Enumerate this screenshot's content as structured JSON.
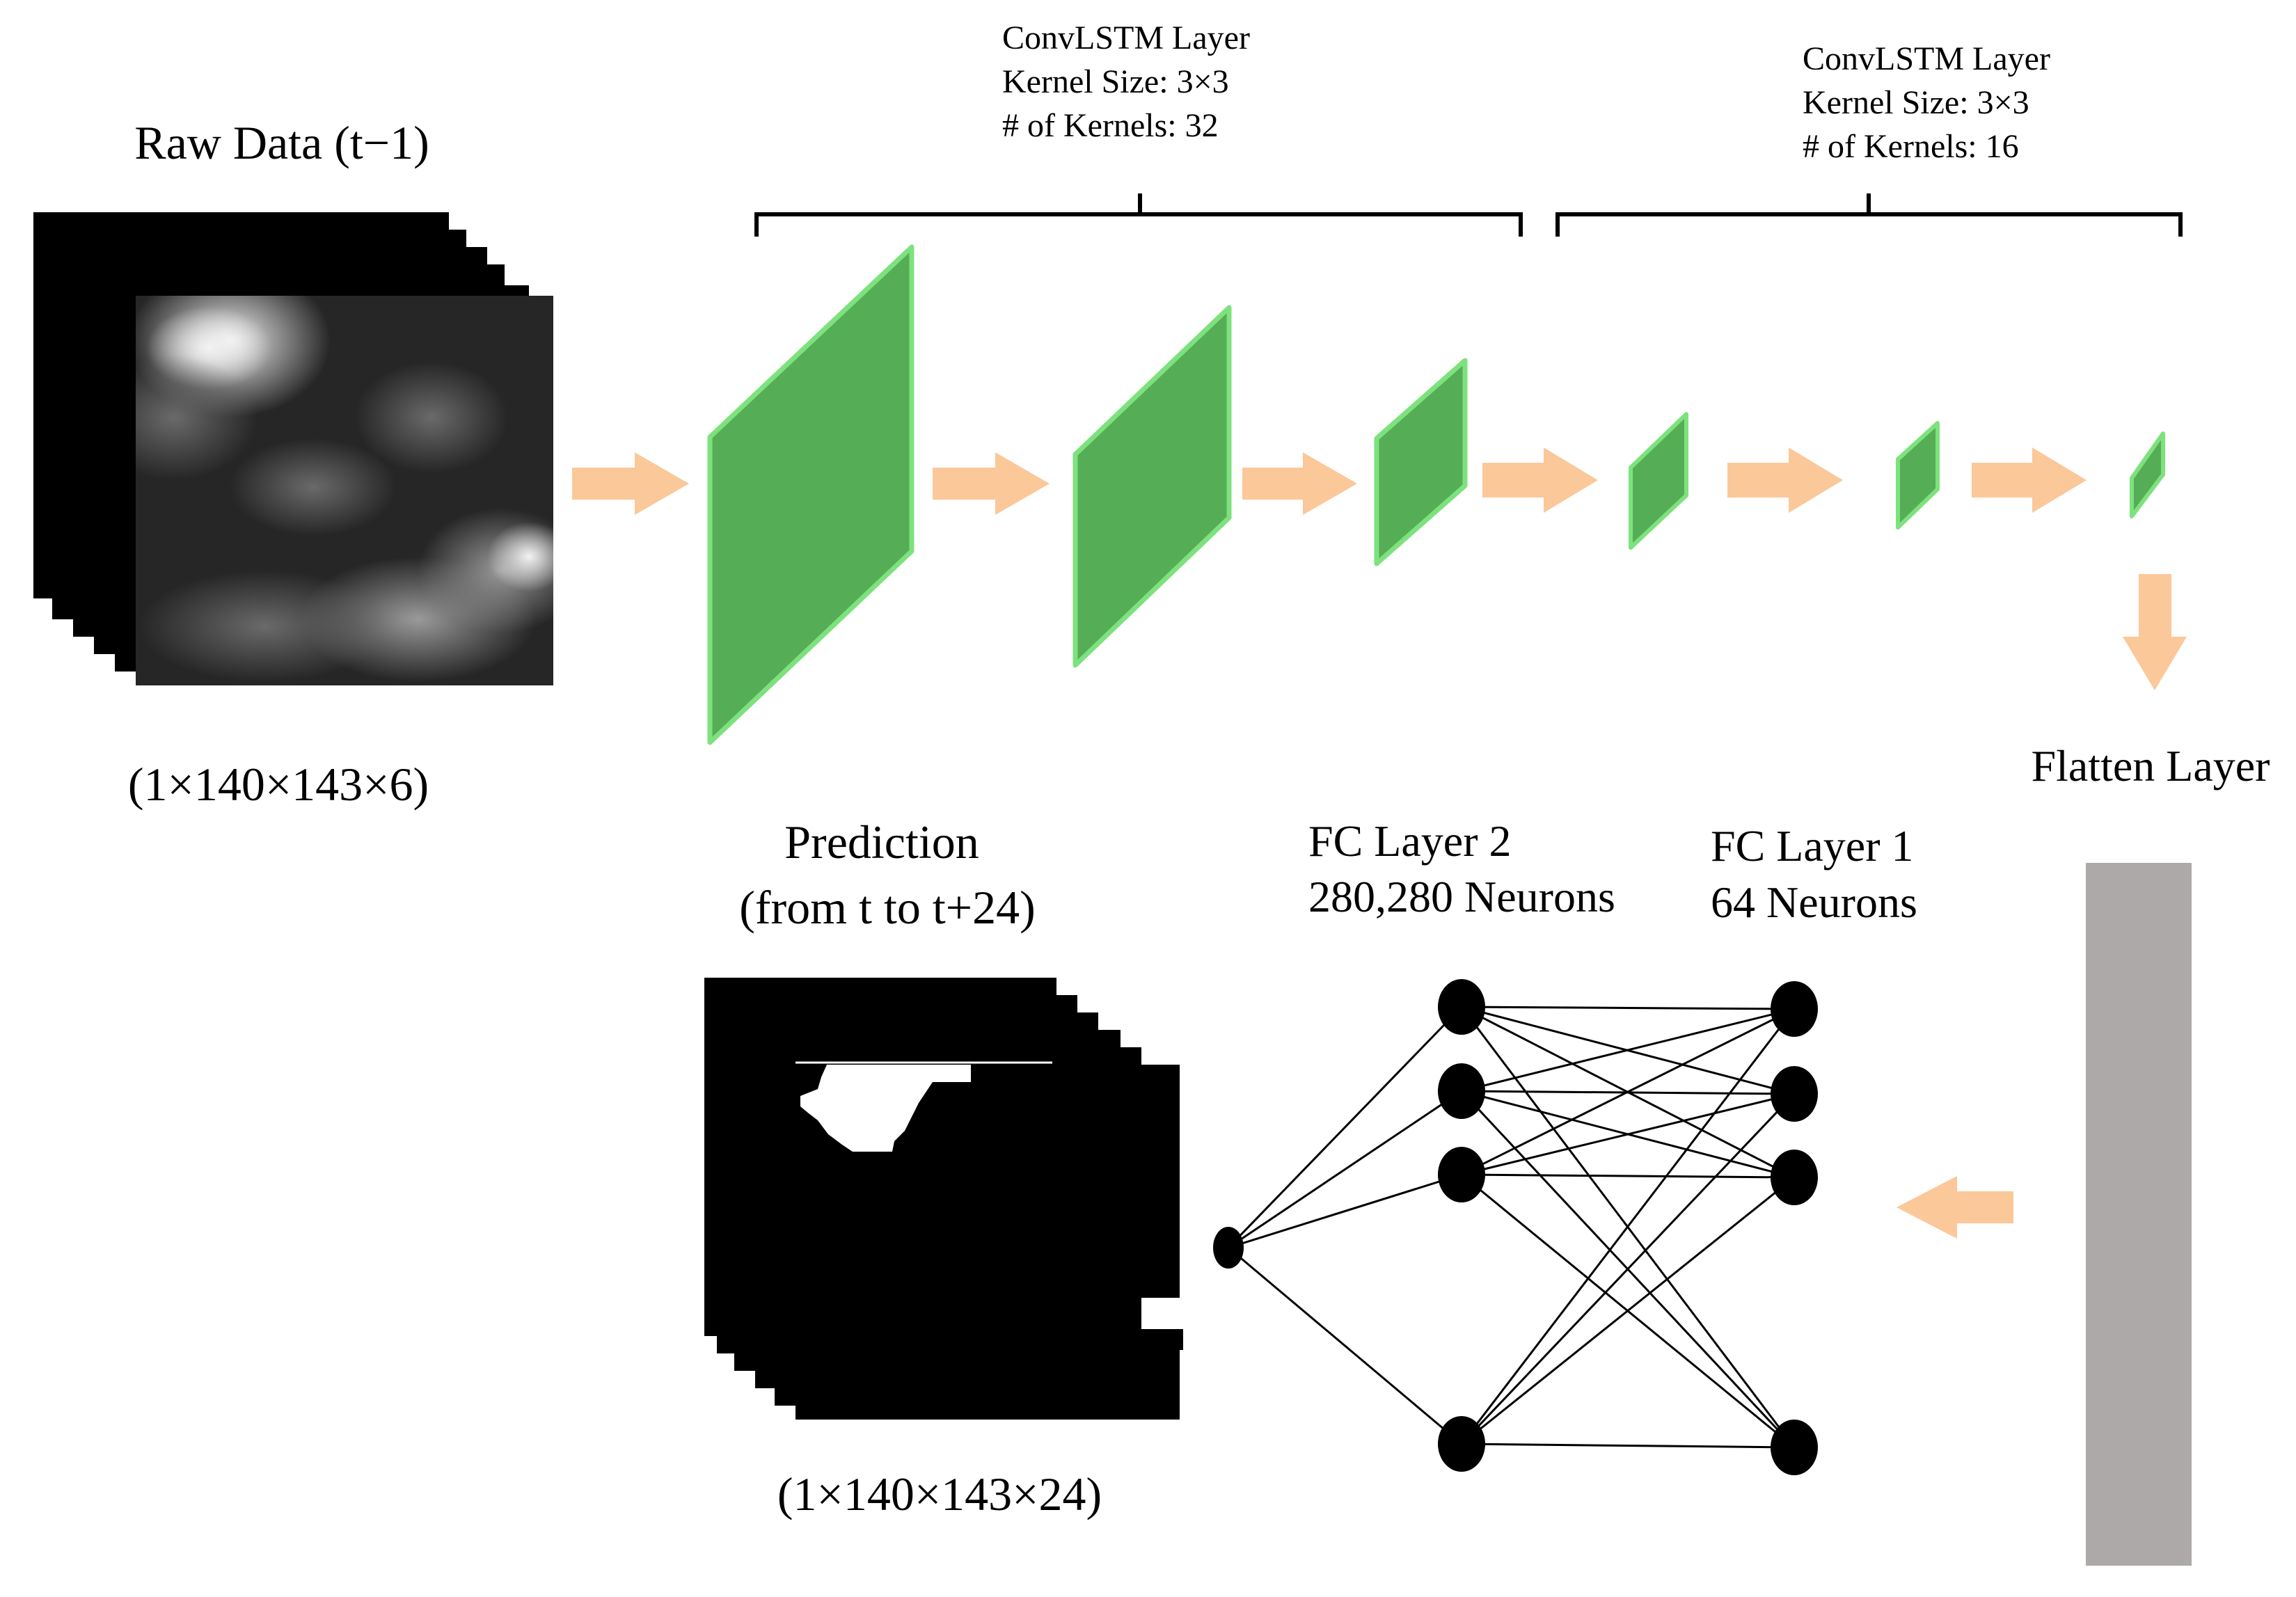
{
  "colors": {
    "layer_fill": "#55ad55",
    "layer_edge": "#7de27d",
    "arrow": "#fbc89a",
    "flatten_bar": "#ada9a8",
    "ink": "#000000"
  },
  "input": {
    "title": "Raw Data (t−1)",
    "shape": "(1×140×143×6)"
  },
  "conv_groups": [
    {
      "name": "ConvLSTM Layer",
      "kernel_size": "Kernel Size: 3×3",
      "kernels": "# of Kernels: 32"
    },
    {
      "name": "ConvLSTM Layer",
      "kernel_size": "Kernel Size: 3×3",
      "kernels": "# of Kernels: 16"
    }
  ],
  "flatten": {
    "label": "Flatten Layer"
  },
  "fc_layers": [
    {
      "name": "FC Layer 2",
      "neurons": "280,280 Neurons"
    },
    {
      "name": "FC Layer 1",
      "neurons": "64 Neurons"
    }
  ],
  "output": {
    "title_line1": "Prediction",
    "title_line2": "(from t to t+24)",
    "shape": "(1×140×143×24)"
  }
}
